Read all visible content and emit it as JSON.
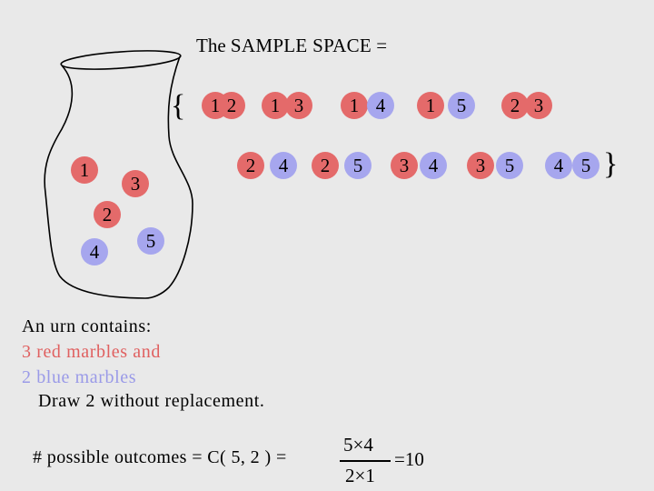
{
  "title": {
    "prefix": "The",
    "emph": "SAMPLE SPACE",
    "suffix": "="
  },
  "urn_marbles": [
    {
      "label": "1",
      "color": "red"
    },
    {
      "label": "3",
      "color": "red"
    },
    {
      "label": "2",
      "color": "red"
    },
    {
      "label": "4",
      "color": "blue"
    },
    {
      "label": "5",
      "color": "blue"
    }
  ],
  "sample_space": {
    "open_brace": "{",
    "close_brace": "}",
    "pairs": [
      [
        "1",
        "2"
      ],
      [
        "1",
        "3"
      ],
      [
        "1",
        "4"
      ],
      [
        "1",
        "5"
      ],
      [
        "2",
        "3"
      ],
      [
        "2",
        "4"
      ],
      [
        "2",
        "5"
      ],
      [
        "3",
        "4"
      ],
      [
        "3",
        "5"
      ],
      [
        "4",
        "5"
      ]
    ]
  },
  "caption": {
    "line1": "An urn contains:",
    "line2": "3 red marbles and",
    "line3": "2 blue marbles",
    "line4": "Draw 2 without replacement."
  },
  "formula": {
    "text": "# possible outcomes = C( 5, 2 ) =",
    "numerator": "5×4",
    "denominator": "2×1",
    "result": "=10"
  },
  "colors": {
    "red": "#e46a6a",
    "blue": "#a6a6ee",
    "background": "#e9e9e9"
  }
}
